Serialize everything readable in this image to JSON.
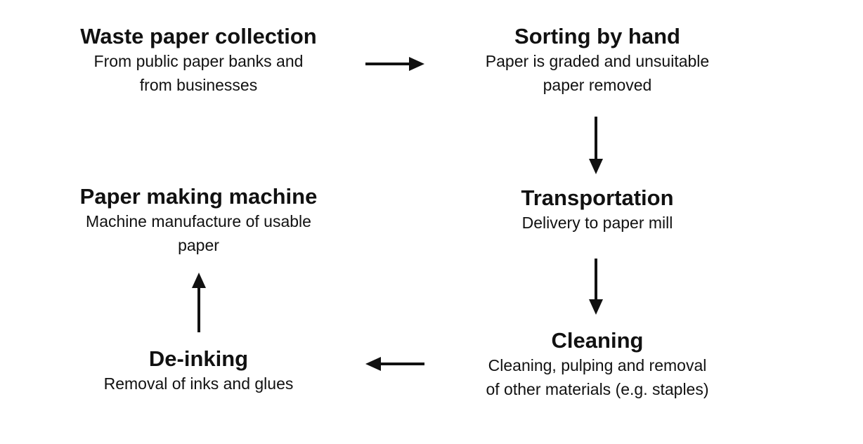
{
  "steps": {
    "collection": {
      "title": "Waste paper collection",
      "description": "From public paper banks and\nfrom businesses"
    },
    "sorting": {
      "title": "Sorting by hand",
      "description": "Paper is graded and unsuitable\npaper removed"
    },
    "transportation": {
      "title": "Transportation",
      "description": "Delivery to paper mill"
    },
    "cleaning": {
      "title": "Cleaning",
      "description": "Cleaning, pulping and removal\nof other materials (e.g. staples)"
    },
    "deinking": {
      "title": "De-inking",
      "description": "Removal of inks and glues"
    },
    "papermaking": {
      "title": "Paper making machine",
      "description": "Machine manufacture of usable\npaper"
    }
  },
  "colors": {
    "text": "#111111",
    "arrow": "#111111",
    "background": "#ffffff"
  }
}
